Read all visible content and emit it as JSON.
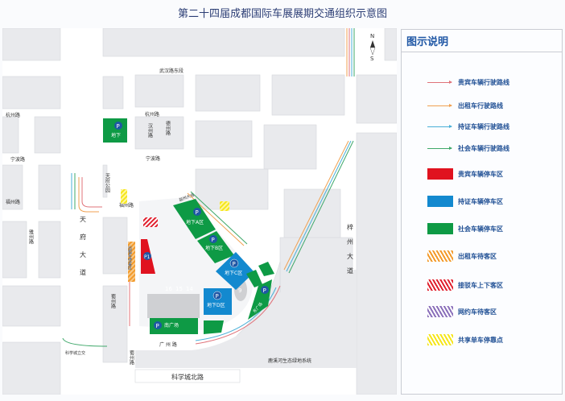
{
  "title": "第二十四届成都国际车展展期交通组织示意图",
  "legend": {
    "heading": "图示说明",
    "items": [
      {
        "label": "贵宾车辆行驶路线",
        "color": "#e0737a",
        "kind": "line"
      },
      {
        "label": "出租车行驶路线",
        "color": "#f0a050",
        "kind": "line"
      },
      {
        "label": "持证车辆行驶路线",
        "color": "#4ab0d8",
        "kind": "line"
      },
      {
        "label": "社会车辆行驶路线",
        "color": "#3fa86a",
        "kind": "line"
      },
      {
        "label": "贵宾车辆停车区",
        "color": "#e0121f",
        "kind": "solid"
      },
      {
        "label": "持证车辆停车区",
        "color": "#1389cf",
        "kind": "solid"
      },
      {
        "label": "社会车辆停车区",
        "color": "#0e9a45",
        "kind": "solid"
      },
      {
        "label": "出租车待客区",
        "color": "#f39a2a",
        "kind": "hatch"
      },
      {
        "label": "接驳车上下客区",
        "color": "#e0202e",
        "kind": "hatch"
      },
      {
        "label": "网约车待客区",
        "color": "#8a6fba",
        "kind": "hatch"
      },
      {
        "label": "共享单车停靠点",
        "color": "#f5e61a",
        "kind": "hatch"
      }
    ]
  },
  "compass": {
    "n": "N",
    "s": "S"
  },
  "roads": {
    "wuhan": "武汉路东段",
    "hangzhou_l": "杭州路",
    "hangzhou_r": "杭州路",
    "ningbo_l": "宁波路",
    "ningbo_r": "宁波路",
    "fuzhou_l": "福州路",
    "fuzhou_r": "福州路",
    "dezhou": "德州路",
    "yazhou": "雅州路",
    "shuzhou": "蜀州路",
    "hanzhou": "汉州路",
    "tianfu": [
      "天",
      "府",
      "大",
      "道"
    ],
    "zizhou": [
      "梓",
      "州",
      "大",
      "道"
    ],
    "guangzhou": "广 州 路",
    "kexue": "科学城北路",
    "shuzhou2": "蜀州路",
    "lijiao": "科学城立交",
    "yizhou": "益州大道",
    "lvdi": "鹿溪河生态绿地系统",
    "park": "天府公园"
  },
  "zones": {
    "a": "地下A区",
    "b": "地下B区",
    "c": "地下C区",
    "d": "地下D区",
    "south": "南广场",
    "east": "东广场",
    "p": "P",
    "p1": "P1",
    "under": "地下",
    "taxi": "出租车待客区",
    "shuttle": "接驳车上下客区",
    "h14": "14",
    "h15": "15",
    "h16": "16",
    "h9": "9"
  }
}
